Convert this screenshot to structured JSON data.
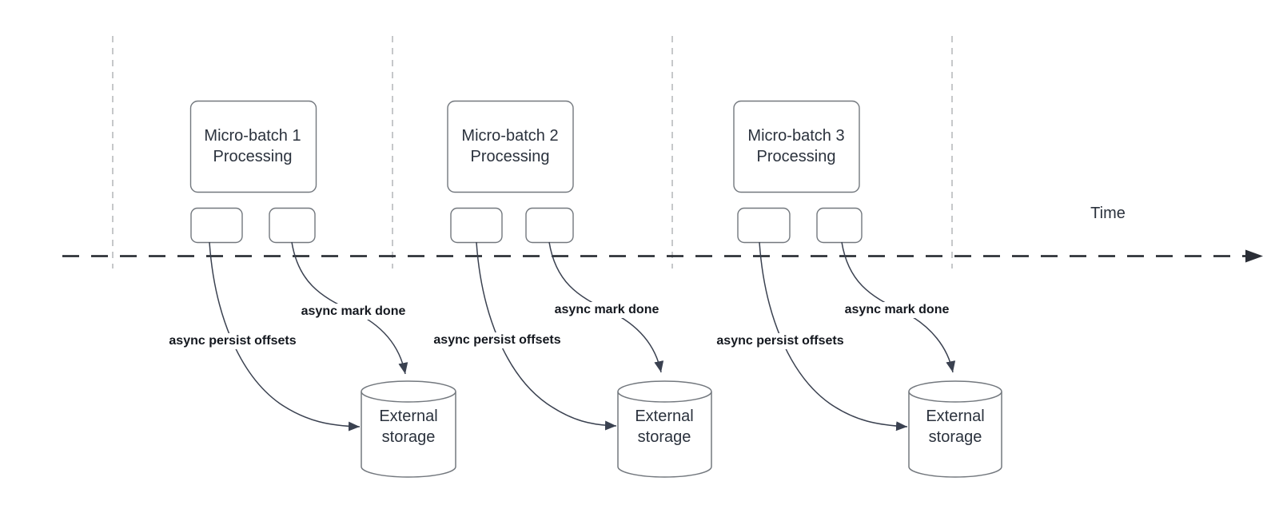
{
  "diagram_type": "micro-batch streaming timeline",
  "time_axis": {
    "label": "Time"
  },
  "groups": [
    {
      "process_label": "Micro-batch 1\nProcessing",
      "persist_label": "async persist offsets",
      "mark_done_label": "async mark done",
      "storage_label": "External\nstorage"
    },
    {
      "process_label": "Micro-batch 2\nProcessing",
      "persist_label": "async persist offsets",
      "mark_done_label": "async mark done",
      "storage_label": "External\nstorage"
    },
    {
      "process_label": "Micro-batch 3\nProcessing",
      "persist_label": "async persist offsets",
      "mark_done_label": "async mark done",
      "storage_label": "External\nstorage"
    }
  ],
  "colors": {
    "background": "#ffffff",
    "shape_stroke": "#73787e",
    "flow_stroke": "#3a4150",
    "timeline_stroke": "#1f2329",
    "divider_stroke": "#b3b5b8",
    "text_primary": "#2b323d",
    "flow_label_text": "#14181f"
  }
}
